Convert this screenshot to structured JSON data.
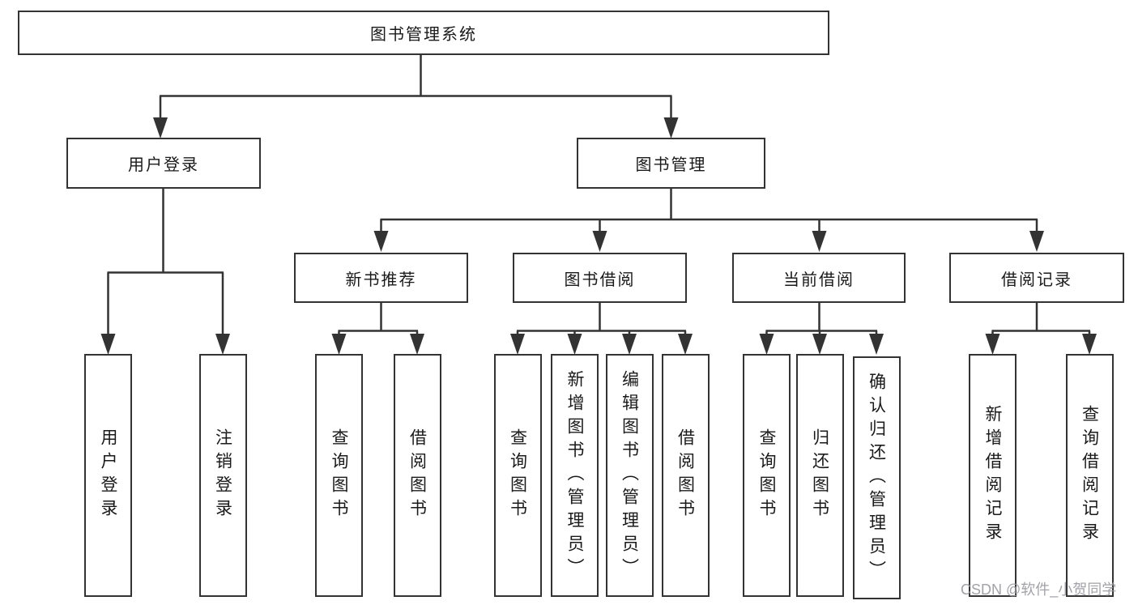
{
  "diagram": {
    "root": "图书管理系统",
    "branches": {
      "login": {
        "label": "用户登录",
        "children": [
          "用户登录",
          "注销登录"
        ]
      },
      "books": {
        "label": "图书管理",
        "sections": {
          "new_books": {
            "label": "新书推荐",
            "children": [
              "查询图书",
              "借阅图书"
            ]
          },
          "borrow": {
            "label": "图书借阅",
            "children": [
              "查询图书",
              "新增图书（管理员）",
              "编辑图书（管理员）",
              "借阅图书"
            ]
          },
          "current": {
            "label": "当前借阅",
            "children": [
              "查询图书",
              "归还图书",
              "确认归还（管理员）"
            ]
          },
          "records": {
            "label": "借阅记录",
            "children": [
              "新增借阅记录",
              "查询借阅记录"
            ]
          }
        }
      }
    }
  },
  "watermark": {
    "text": "CSDN @软件_小贺同学"
  },
  "colors": {
    "line": "#333333",
    "box_border": "#333333",
    "box_background": "#ffffff",
    "text": "#1a1a1a",
    "watermark": "#98989e",
    "page_background": "#ffffff"
  }
}
